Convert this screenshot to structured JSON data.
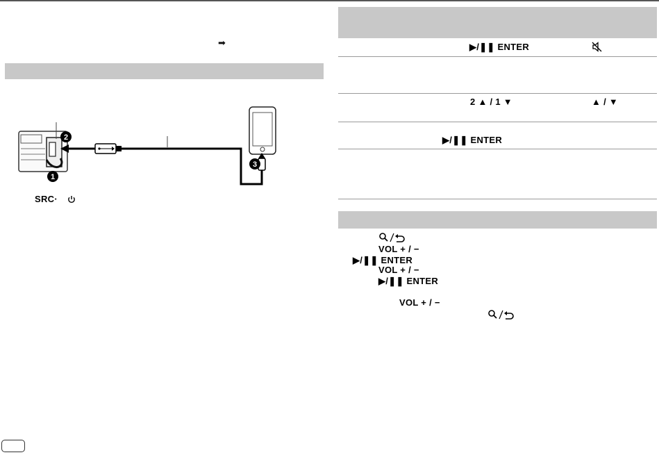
{
  "left": {
    "arrow_glyph": "➡",
    "sections": [
      {
        "label": ""
      }
    ],
    "src_key": "SRC·",
    "power_icon": "power-icon",
    "callouts": [
      "1",
      "2",
      "3"
    ],
    "usb_icon": "usb-trident-icon"
  },
  "right": {
    "table": {
      "rows": [
        {
          "key_a": "▶/❚❚ ENTER",
          "key_b_icon": "mute-icon"
        },
        {
          "key_a": "2 ▲ / 1 ▼",
          "key_b": "▲ / ▼"
        },
        {
          "key_a": "▶/❚❚ ENTER"
        }
      ]
    },
    "sub_steps": {
      "search_back_icon": "search-back-icon",
      "vol_1": "VOL + / −",
      "enter_1": "▶/❚❚ ENTER",
      "vol_2": "VOL + / −",
      "enter_2": "▶/❚❚ ENTER",
      "vol_3": "VOL + / −",
      "search_back_icon_2": "search-back-icon"
    }
  },
  "footer": {
    "page_tab": ""
  },
  "colors": {
    "bar": "#c8c8c8",
    "rule": "#9a9a9a",
    "ink": "#000000"
  }
}
